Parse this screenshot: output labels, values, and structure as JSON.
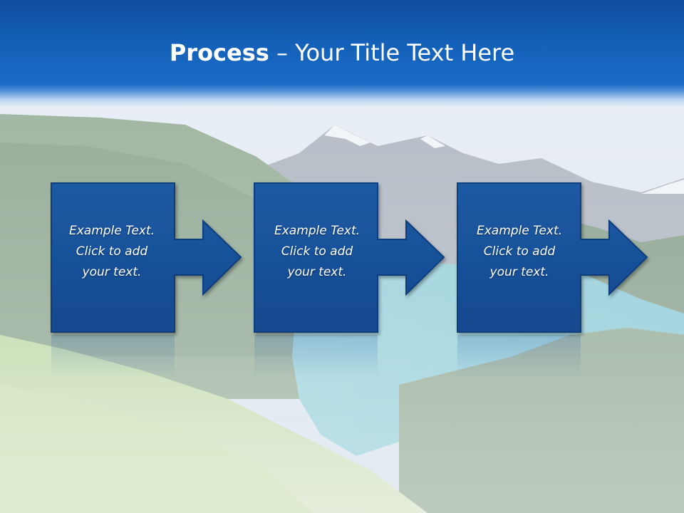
{
  "title": {
    "strong": "Process",
    "rest": " – Your Title Text Here"
  },
  "steps": [
    {
      "lines": [
        "Example Text.",
        "Click  to add",
        "your text."
      ]
    },
    {
      "lines": [
        "Example Text.",
        "Click  to add",
        "your text."
      ]
    },
    {
      "lines": [
        "Example Text.",
        "Click  to add",
        "your text."
      ]
    }
  ],
  "colors": {
    "title_bar": "#1460b8",
    "box_fill": "#1a5298",
    "box_border": "#0d3a78",
    "text": "#ffffff"
  }
}
